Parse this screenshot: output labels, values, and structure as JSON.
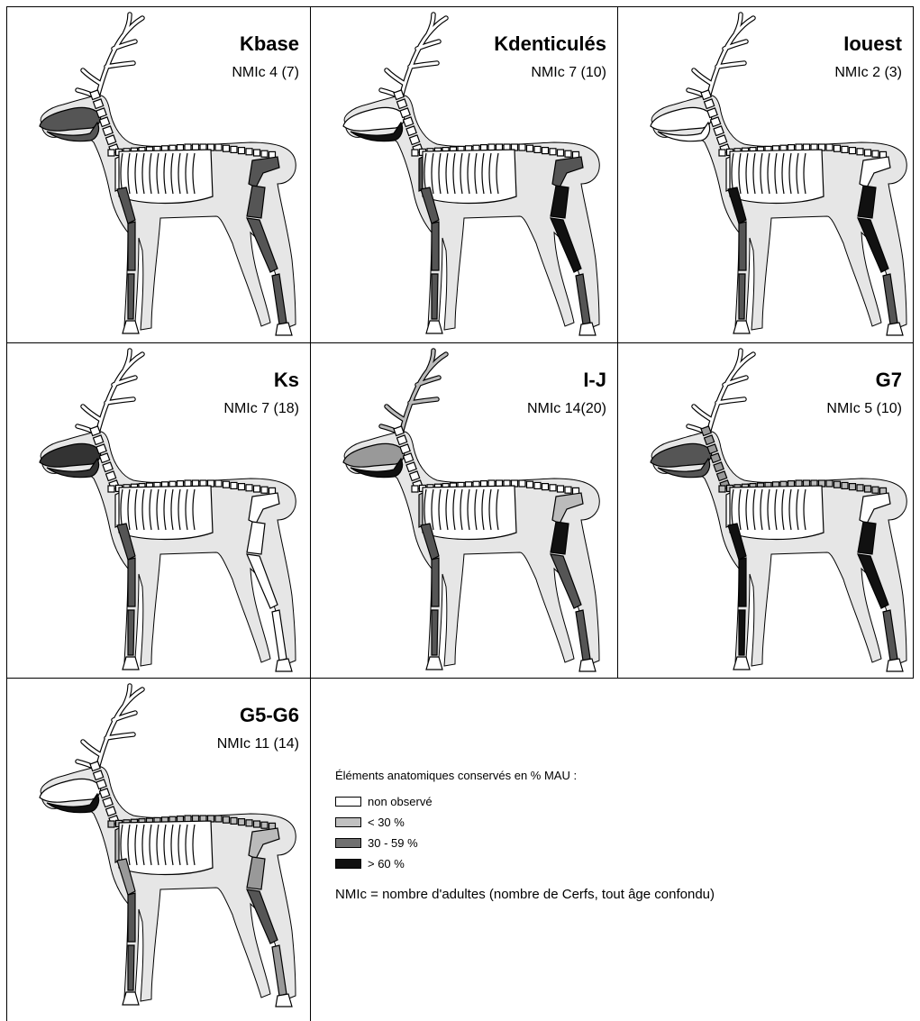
{
  "panels": [
    {
      "id": "kbase",
      "title": "Kbase",
      "subtitle": "NMIc 4 (7)",
      "skull": "#555",
      "jaw": "#555",
      "vert_neck": "#fff",
      "vert_back": "#fff",
      "scapula": "#fff",
      "humerus": "#555",
      "radius": "#555",
      "metacarpal": "#555",
      "phal_front": "#fff",
      "pelvis": "#555",
      "femur": "#555",
      "tibia": "#555",
      "metatarsal": "#555",
      "phal_hind": "#fff",
      "antler": "#fff",
      "ribs": "#fff"
    },
    {
      "id": "kdenticules",
      "title": "Kdenticulés",
      "subtitle": "NMIc 7 (10)",
      "skull": "#fff",
      "jaw": "#111",
      "vert_neck": "#fff",
      "vert_back": "#fff",
      "scapula": "#555",
      "humerus": "#555",
      "radius": "#555",
      "metacarpal": "#555",
      "phal_front": "#fff",
      "pelvis": "#555",
      "femur": "#111",
      "tibia": "#111",
      "metatarsal": "#555",
      "phal_hind": "#fff",
      "antler": "#fff",
      "ribs": "#fff"
    },
    {
      "id": "iouest",
      "title": "Iouest",
      "subtitle": "NMIc 2 (3)",
      "skull": "#fff",
      "jaw": "#fff",
      "vert_neck": "#fff",
      "vert_back": "#fff",
      "scapula": "#fff",
      "humerus": "#111",
      "radius": "#555",
      "metacarpal": "#555",
      "phal_front": "#fff",
      "pelvis": "#fff",
      "femur": "#111",
      "tibia": "#111",
      "metatarsal": "#555",
      "phal_hind": "#fff",
      "antler": "#fff",
      "ribs": "#fff"
    },
    {
      "id": "ks",
      "title": "Ks",
      "subtitle": "NMIc 7 (18)",
      "skull": "#333",
      "jaw": "#333",
      "vert_neck": "#fff",
      "vert_back": "#fff",
      "scapula": "#fff",
      "humerus": "#555",
      "radius": "#555",
      "metacarpal": "#555",
      "phal_front": "#fff",
      "pelvis": "#fff",
      "femur": "#fff",
      "tibia": "#fff",
      "metatarsal": "#fff",
      "phal_hind": "#fff",
      "antler": "#fff",
      "ribs": "#fff"
    },
    {
      "id": "ij",
      "title": "I-J",
      "subtitle": "NMIc 14(20)",
      "skull": "#999",
      "jaw": "#111",
      "vert_neck": "#fff",
      "vert_back": "#fff",
      "scapula": "#bbb",
      "humerus": "#555",
      "radius": "#555",
      "metacarpal": "#555",
      "phal_front": "#fff",
      "pelvis": "#bbb",
      "femur": "#111",
      "tibia": "#555",
      "metatarsal": "#555",
      "phal_hind": "#fff",
      "antler": "#bbb",
      "ribs": "#fff"
    },
    {
      "id": "g7",
      "title": "G7",
      "subtitle": "NMIc 5 (10)",
      "skull": "#555",
      "jaw": "#555",
      "vert_neck": "#999",
      "vert_back": "#bbb",
      "scapula": "#fff",
      "humerus": "#111",
      "radius": "#111",
      "metacarpal": "#111",
      "phal_front": "#fff",
      "pelvis": "#fff",
      "femur": "#111",
      "tibia": "#111",
      "metatarsal": "#555",
      "phal_hind": "#fff",
      "antler": "#fff",
      "ribs": "#fff"
    },
    {
      "id": "g5g6",
      "title": "G5-G6",
      "subtitle": "NMIc 11 (14)",
      "skull": "#fff",
      "jaw": "#111",
      "vert_neck": "#fff",
      "vert_back": "#bbb",
      "scapula": "#bbb",
      "humerus": "#999",
      "radius": "#555",
      "metacarpal": "#555",
      "phal_front": "#fff",
      "pelvis": "#bbb",
      "femur": "#999",
      "tibia": "#555",
      "metatarsal": "#999",
      "phal_hind": "#fff",
      "antler": "#fff",
      "ribs": "#fff"
    }
  ],
  "legend": {
    "heading": "Éléments anatomiques conservés en % MAU :",
    "items": [
      {
        "label": "non observé",
        "color": "#ffffff"
      },
      {
        "label": "< 30 %",
        "color": "#c0c0c0"
      },
      {
        "label": "30 - 59 %",
        "color": "#707070"
      },
      {
        "label": "> 60 %",
        "color": "#111111"
      }
    ],
    "note": "NMIc = nombre d'adultes (nombre de Cerfs, tout âge confondu)"
  },
  "body_fill": "#e6e6e6"
}
